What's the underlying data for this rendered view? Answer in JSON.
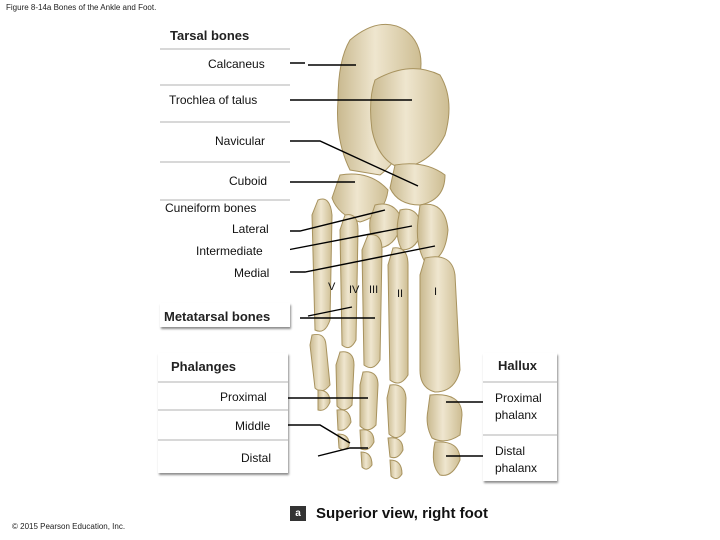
{
  "figure_caption": "Figure 8-14a Bones of the Ankle and Foot.",
  "copyright": "© 2015 Pearson Education, Inc.",
  "tarsal": {
    "header": "Tarsal bones",
    "calcaneus": "Calcaneus",
    "trochlea": "Trochlea of talus",
    "navicular": "Navicular",
    "cuboid": "Cuboid",
    "cuneiform": "Cuneiform bones",
    "lateral": "Lateral",
    "intermediate": "Intermediate",
    "medial": "Medial"
  },
  "metatarsal": {
    "header": "Metatarsal bones",
    "numerals": [
      "V",
      "IV",
      "III",
      "II",
      "I"
    ]
  },
  "phalanges": {
    "header": "Phalanges",
    "proximal": "Proximal",
    "middle": "Middle",
    "distal": "Distal"
  },
  "hallux": {
    "header": "Hallux",
    "proximal_line1": "Proximal",
    "proximal_line2": "phalanx",
    "distal_line1": "Distal",
    "distal_line2": "phalanx"
  },
  "view": {
    "badge": "a",
    "text": "Superior view, right foot"
  },
  "colors": {
    "bone": "#e8dcc0",
    "bone_shadow": "#bda977",
    "leader": "#000000"
  }
}
